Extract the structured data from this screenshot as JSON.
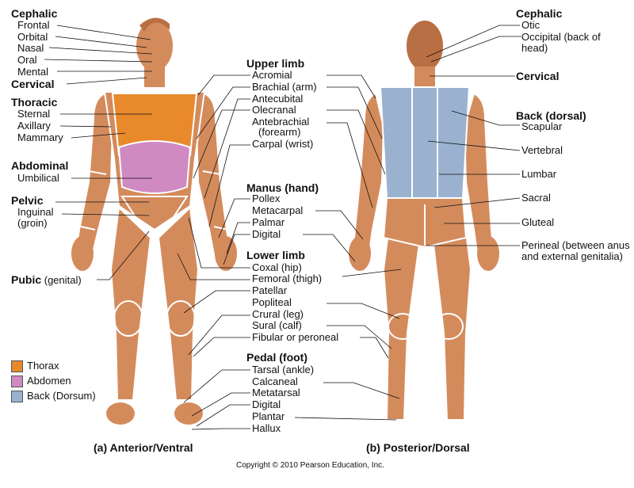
{
  "colors": {
    "skin": "#d48b5c",
    "skin_dark": "#b96f44",
    "thorax": "#e8892c",
    "abdomen": "#cf8ac2",
    "back": "#9ab2d0",
    "line": "#111111",
    "boundary": "#ffffff"
  },
  "anterior": {
    "cephalic": "Cephalic",
    "frontal": "Frontal",
    "orbital": "Orbital",
    "nasal": "Nasal",
    "oral": "Oral",
    "mental": "Mental",
    "cervical": "Cervical",
    "thoracic": "Thoracic",
    "sternal": "Sternal",
    "axillary": "Axillary",
    "mammary": "Mammary",
    "abdominal": "Abdominal",
    "umbilical": "Umbilical",
    "pelvic": "Pelvic",
    "inguinal": "Inguinal",
    "groin": "(groin)",
    "pubic": "Pubic",
    "genital": "(genital)"
  },
  "middle": {
    "upper_limb": "Upper limb",
    "acromial": "Acromial",
    "brachial": "Brachial (arm)",
    "antecubital": "Antecubital",
    "olecranal": "Olecranal",
    "antebrachial": "Antebrachial",
    "forearm": "(forearm)",
    "carpal": "Carpal (wrist)",
    "manus": "Manus (hand)",
    "pollex": "Pollex",
    "metacarpal": "Metacarpal",
    "palmar": "Palmar",
    "digital_hand": "Digital",
    "lower_limb": "Lower limb",
    "coxal": "Coxal (hip)",
    "femoral": "Femoral (thigh)",
    "patellar": "Patellar",
    "popliteal": "Popliteal",
    "crural": "Crural (leg)",
    "sural": "Sural (calf)",
    "fibular": "Fibular or peroneal",
    "pedal": "Pedal (foot)",
    "tarsal": "Tarsal (ankle)",
    "calcaneal": "Calcaneal",
    "metatarsal": "Metatarsal",
    "digital_foot": "Digital",
    "plantar": "Plantar",
    "hallux": "Hallux"
  },
  "posterior": {
    "cephalic": "Cephalic",
    "otic": "Otic",
    "occipital": "Occipital (back of head)",
    "cervical": "Cervical",
    "back": "Back (dorsal)",
    "scapular": "Scapular",
    "vertebral": "Vertebral",
    "lumbar": "Lumbar",
    "sacral": "Sacral",
    "gluteal": "Gluteal",
    "perineal": "Perineal (between anus and external genitalia)"
  },
  "legend": {
    "thorax": "Thorax",
    "abdomen": "Abdomen",
    "back": "Back (Dorsum)"
  },
  "captions": {
    "anterior": "(a) Anterior/Ventral",
    "posterior": "(b) Posterior/Dorsal"
  },
  "copyright": "Copyright © 2010 Pearson Education, Inc."
}
